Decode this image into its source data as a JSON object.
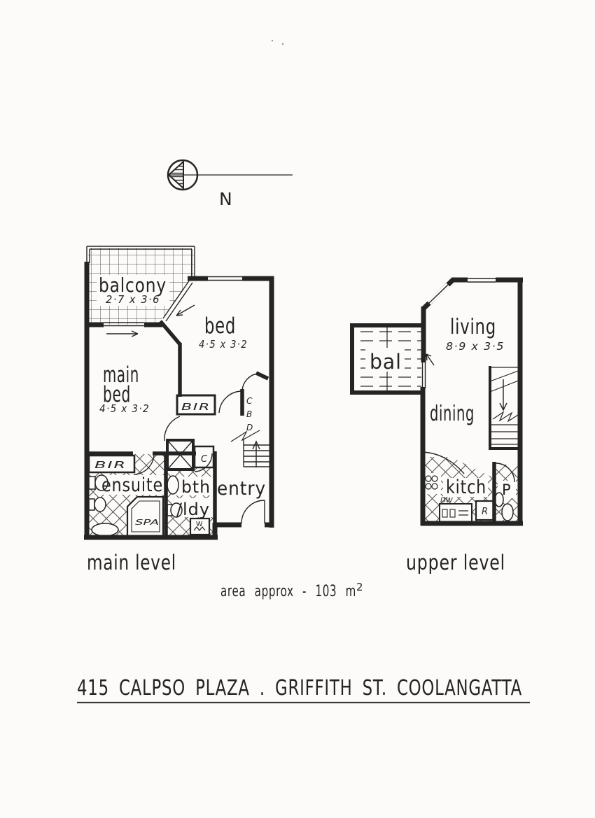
{
  "compass": {
    "north": "N"
  },
  "main_level": {
    "label": "main level",
    "balcony": {
      "name": "balcony",
      "dims": "2·7 x 3·6"
    },
    "bed": {
      "name": "bed",
      "dims": "4·5 x 3·2"
    },
    "main_bed": {
      "line1": "main",
      "line2": "bed",
      "dims": "4·5 x 3·2"
    },
    "ensuite": "ensuite",
    "bath": {
      "line1": "bth",
      "line2": "/ldy"
    },
    "entry": "entry",
    "robe_hall": "BIR",
    "robe_ensuite": "BIR",
    "cupboard_letters": [
      "C",
      "B",
      "D"
    ],
    "closet": "C",
    "spa": "SPA",
    "washer": "W"
  },
  "upper_level": {
    "label": "upper level",
    "living": {
      "name": "living",
      "dims": "8·9 x 3·5"
    },
    "balcony": "bal",
    "dining": "dining",
    "kitchen": "kitch",
    "dishwasher": "DW",
    "fridge": "R",
    "powder": "P"
  },
  "area_note": {
    "text": "area approx - 103 m",
    "sup": "2"
  },
  "title": "415 CALPSO PLAZA . GRIFFITH ST. COOLANGATTA"
}
